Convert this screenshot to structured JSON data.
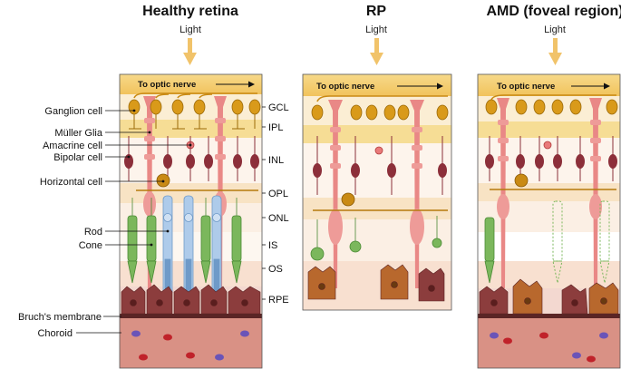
{
  "panels": [
    {
      "title": "Healthy retina",
      "light": "Light",
      "optic": "To optic nerve"
    },
    {
      "title": "RP",
      "light": "Light",
      "optic": "To optic nerve"
    },
    {
      "title": "AMD (foveal region)",
      "light": "Light",
      "optic": "To optic nerve"
    }
  ],
  "left_labels": {
    "ganglion": "Ganglion cell",
    "muller": "Müller Glia",
    "amacrine": "Amacrine cell",
    "bipolar": "Bipolar cell",
    "horizontal": "Horizontal cell",
    "rod": "Rod",
    "cone": "Cone",
    "bruch": "Bruch's membrane",
    "choroid": "Choroid"
  },
  "layers": {
    "gcl": "GCL",
    "ipl": "IPL",
    "inl": "INL",
    "opl": "OPL",
    "onl": "ONL",
    "is": "IS",
    "os": "OS",
    "rpe": "RPE"
  },
  "colors": {
    "arrow": "#f1c36a",
    "nerve_band": "#f6dc86",
    "ganglion": "#d99a1a",
    "muller": "#e98886",
    "bipolar": "#8c2f3a",
    "horizontal": "#b67a0d",
    "rod": "#aecbea",
    "cone": "#7bb75c",
    "rpe": "#8c3d3d",
    "rpe_rp": "#b8682d",
    "choroid": "#d99185",
    "bruch": "#5a2525"
  }
}
